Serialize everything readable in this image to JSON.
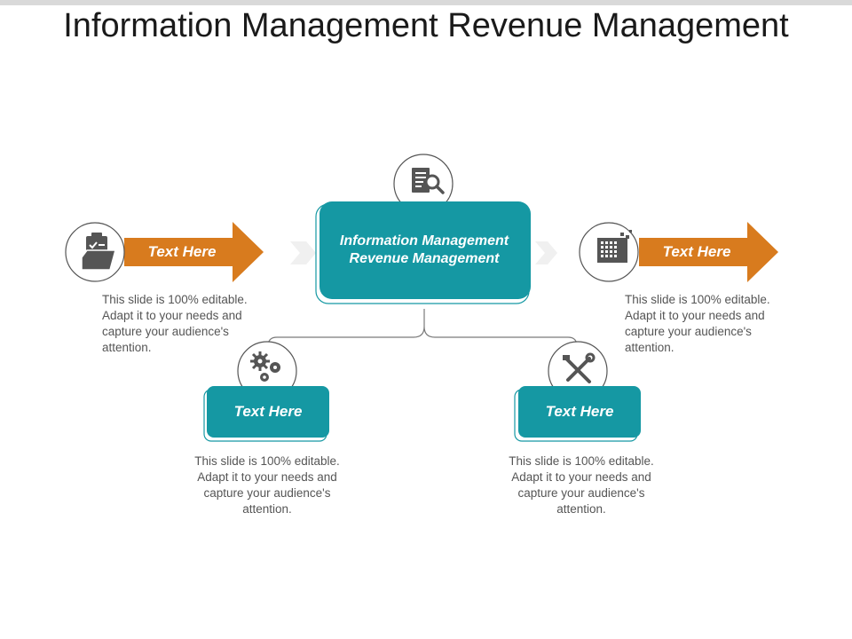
{
  "slide": {
    "title": "Information Management Revenue Management"
  },
  "center": {
    "line1": "Information Management",
    "line2": "Revenue Management",
    "icon": "document-search-icon"
  },
  "items": [
    {
      "label": "Text Here",
      "desc": "This slide is 100% editable. Adapt it to your needs and capture your audience's attention.",
      "icon": "clipboard-folder-icon"
    },
    {
      "label": "Text Here",
      "desc": "This slide is 100% editable. Adapt it to your needs and capture your audience's attention.",
      "icon": "pixel-grid-icon"
    },
    {
      "label": "Text Here",
      "desc": "This slide is 100% editable. Adapt it to your needs and capture your audience's attention.",
      "icon": "gears-icon"
    },
    {
      "label": "Text Here",
      "desc": "This slide is 100% editable. Adapt it to your needs and capture your audience's attention.",
      "icon": "tools-icon"
    }
  ],
  "colors": {
    "teal": "#1598a3",
    "orange": "#d87b1e",
    "icon": "#555555",
    "connector": "#7a7a7a",
    "chevron": "#f0f0f0"
  }
}
